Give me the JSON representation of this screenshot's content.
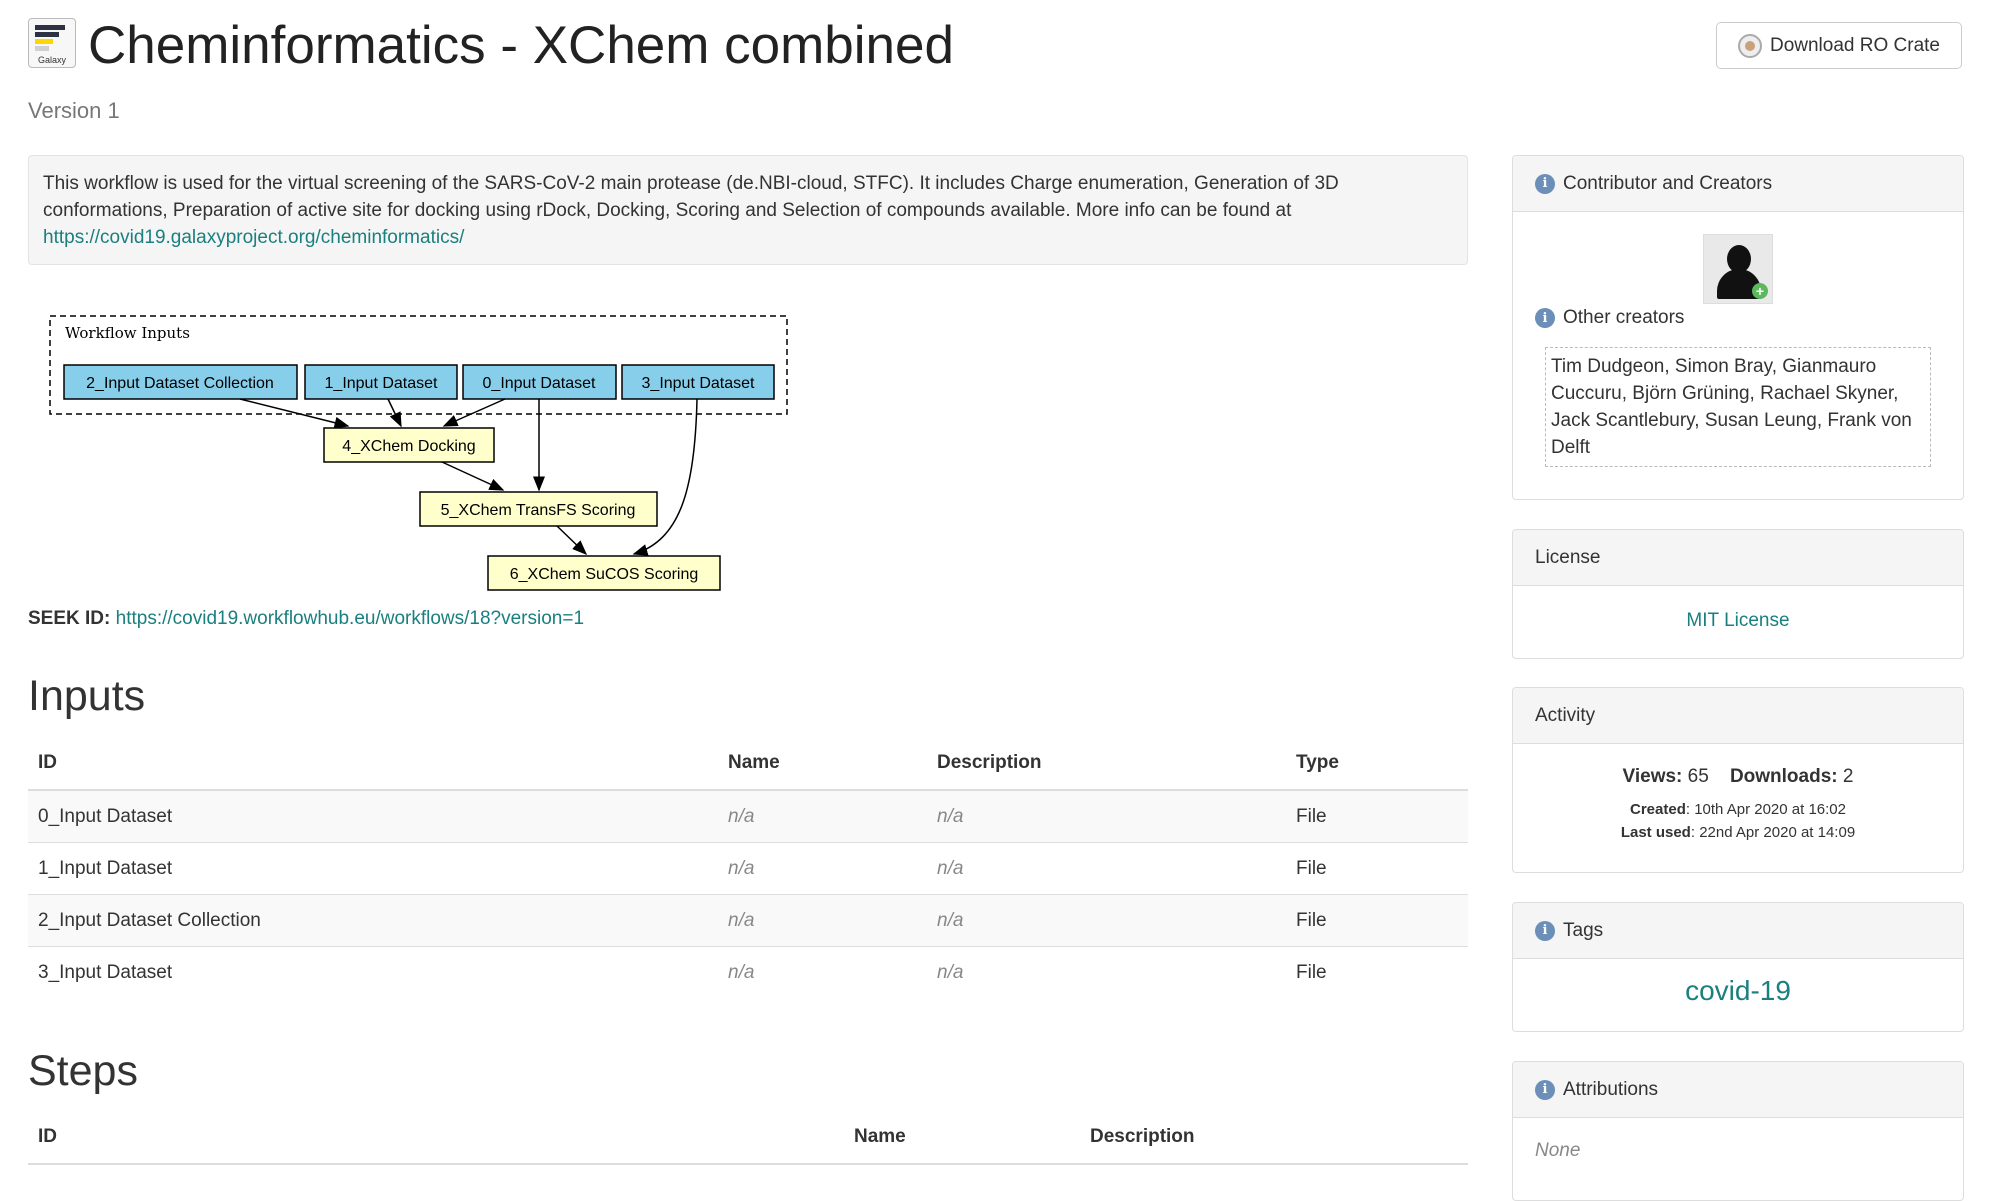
{
  "header": {
    "logo_text": "Galaxy",
    "title": "Cheminformatics - XChem combined",
    "version": "Version 1",
    "ro_crate_label": "Download RO Crate"
  },
  "description": {
    "text": "This workflow is used for the virtual screening of the SARS-CoV-2 main protease (de.NBI-cloud, STFC). It includes Charge enumeration, Generation of 3D conformations, Preparation of active site for docking using rDock, Docking, Scoring and Selection of compounds available. More info can be found at",
    "link": "https://covid19.galaxyproject.org/cheminformatics/"
  },
  "diagram": {
    "group_label": "Workflow Inputs",
    "nodes": {
      "in2": "2_Input Dataset Collection",
      "in1": "1_Input Dataset",
      "in0": "0_Input Dataset",
      "in3": "3_Input Dataset",
      "s4": "4_XChem Docking",
      "s5": "5_XChem TransFS Scoring",
      "s6": "6_XChem SuCOS Scoring"
    },
    "input_color": "#87ceeb",
    "step_color": "#ffffcc"
  },
  "seek": {
    "label": "SEEK ID:",
    "url": "https://covid19.workflowhub.eu/workflows/18?version=1"
  },
  "inputs": {
    "heading": "Inputs",
    "columns": [
      "ID",
      "Name",
      "Description",
      "Type"
    ],
    "rows": [
      [
        "0_Input Dataset",
        "n/a",
        "n/a",
        "File"
      ],
      [
        "1_Input Dataset",
        "n/a",
        "n/a",
        "File"
      ],
      [
        "2_Input Dataset Collection",
        "n/a",
        "n/a",
        "File"
      ],
      [
        "3_Input Dataset",
        "n/a",
        "n/a",
        "File"
      ]
    ]
  },
  "steps": {
    "heading": "Steps",
    "columns": [
      "ID",
      "Name",
      "Description"
    ]
  },
  "sidebar": {
    "contributors": {
      "title": "Contributor and Creators",
      "other_creators_label": "Other creators",
      "other_creators": "Tim Dudgeon, Simon Bray, Gianmauro Cuccuru, Björn Grüning, Rachael Skyner, Jack Scantlebury, Susan Leung, Frank von Delft"
    },
    "license": {
      "title": "License",
      "value": "MIT License"
    },
    "activity": {
      "title": "Activity",
      "views_label": "Views:",
      "views": "65",
      "downloads_label": "Downloads:",
      "downloads": "2",
      "created_label": "Created",
      "created": ": 10th Apr 2020 at 16:02",
      "last_used_label": "Last used",
      "last_used": ": 22nd Apr 2020 at 14:09"
    },
    "tags": {
      "title": "Tags",
      "items": [
        "covid-19"
      ]
    },
    "attributions": {
      "title": "Attributions",
      "value": "None"
    }
  },
  "colors": {
    "link": "#1a7f7f",
    "info_icon": "#6b8fb8"
  }
}
